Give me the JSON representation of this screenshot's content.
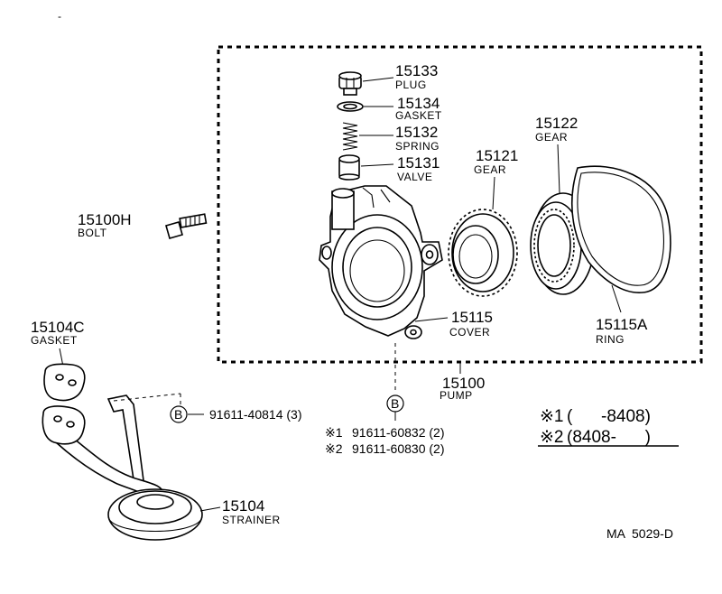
{
  "diagram": {
    "corner_mark": "-",
    "assembly": {
      "number": "15100",
      "name": "PUMP"
    },
    "parts": {
      "plug": {
        "number": "15133",
        "name": "PLUG"
      },
      "gasket_top": {
        "number": "15134",
        "name": "GASKET"
      },
      "spring": {
        "number": "15132",
        "name": "SPRING"
      },
      "valve": {
        "number": "15131",
        "name": "VALVE"
      },
      "drive_gear": {
        "number": "15121",
        "name": "GEAR"
      },
      "driven_gear": {
        "number": "15122",
        "name": "GEAR"
      },
      "bolt": {
        "number": "15100H",
        "name": "BOLT"
      },
      "cover": {
        "number": "15115",
        "name": "COVER"
      },
      "ring": {
        "number": "15115A",
        "name": "RING"
      },
      "gasket_strainer": {
        "number": "15104C",
        "name": "GASKET"
      },
      "strainer": {
        "number": "15104",
        "name": "STRAINER"
      }
    },
    "bolt_marker": "B",
    "fasteners": [
      {
        "mark": "B",
        "code": "91611-40814 (3)"
      },
      {
        "mark": "※1",
        "code": "91611-60832 (2)"
      },
      {
        "mark": "※2",
        "code": "91611-60830 (2)"
      }
    ],
    "date_notes": [
      {
        "mark": "※1",
        "range": "(      -8408)"
      },
      {
        "mark": "※2",
        "range": "(8408-      )"
      }
    ],
    "drawing_code": "MA  5029-D"
  }
}
